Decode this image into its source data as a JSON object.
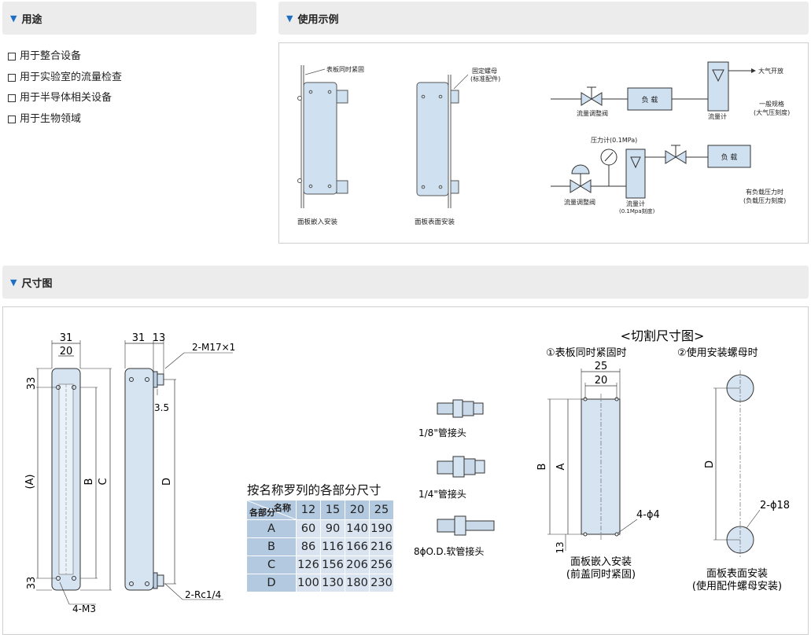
{
  "sections": {
    "uses_title": "用途",
    "example_title": "使用示例",
    "dimension_title": "尺寸图"
  },
  "uses": [
    "用于整合设备",
    "用于实验室的流量检查",
    "用于半导体相关设备",
    "用于生物领域"
  ],
  "example": {
    "panel_fixed_label": "表板同时紧固",
    "fixing_nut_label": "固定螺母",
    "fixing_nut_sub": "(标准配件)",
    "flush_mount_caption": "面板嵌入安装",
    "surface_mount_caption": "面板表面安装",
    "valve_label": "流量调整阀",
    "load_label": "负 载",
    "atmosphere_label": "大气开放",
    "flowmeter_label": "流量计",
    "general_spec": "一般规格",
    "general_spec_sub": "(大气压刻度)",
    "pressure_gauge": "压力计(0.1MPa)",
    "flowmeter_label2": "流量计",
    "flowmeter_scale": "(0.1Mpa刻度)",
    "valve_label2": "流量调整阀",
    "load_label2": "负 载",
    "load_pressure": "有负载压力时",
    "load_pressure_sub": "(负载压力刻度)"
  },
  "drawing": {
    "dim_31": "31",
    "dim_20": "20",
    "dim_33_top": "33",
    "dim_33_bottom": "33",
    "dim_A": "(A)",
    "dim_B": "B",
    "dim_C": "C",
    "dim_D": "D",
    "dim_4m3": "4-M3",
    "side_31": "31",
    "side_13": "13",
    "m17": "2-M17×1",
    "dim_35": "3.5",
    "rc14": "2-Rc1/4",
    "fitting_18": "1/8\"管接头",
    "fitting_14": "1/4\"管接头",
    "fitting_hose": "8ϕO.D.软管接头",
    "cutout_title": "<切割尺寸图>",
    "cutout_1": "①表板同时紧固时",
    "cutout_2": "②使用安装螺母时",
    "cut_25": "25",
    "cut_20": "20",
    "cut_B": "B",
    "cut_A": "A",
    "cut_13": "13",
    "cut_4phi4": "4-ϕ4",
    "cut_D": "D",
    "cut_2phi18": "2-ϕ18",
    "cap1_line1": "面板嵌入安装",
    "cap1_line2": "(前盖同时紧固)",
    "cap2_line1": "面板表面安装",
    "cap2_line2": "(使用配件螺母安装)"
  },
  "table": {
    "title": "按名称罗列的各部分尺寸",
    "corner_top": "名称",
    "corner_bottom": "各部分",
    "columns": [
      "12",
      "15",
      "20",
      "25"
    ],
    "rows": [
      {
        "label": "A",
        "values": [
          "60",
          "90",
          "140",
          "190"
        ]
      },
      {
        "label": "B",
        "values": [
          "86",
          "116",
          "166",
          "216"
        ]
      },
      {
        "label": "C",
        "values": [
          "126",
          "156",
          "206",
          "256"
        ]
      },
      {
        "label": "D",
        "values": [
          "100",
          "130",
          "180",
          "230"
        ]
      }
    ]
  }
}
